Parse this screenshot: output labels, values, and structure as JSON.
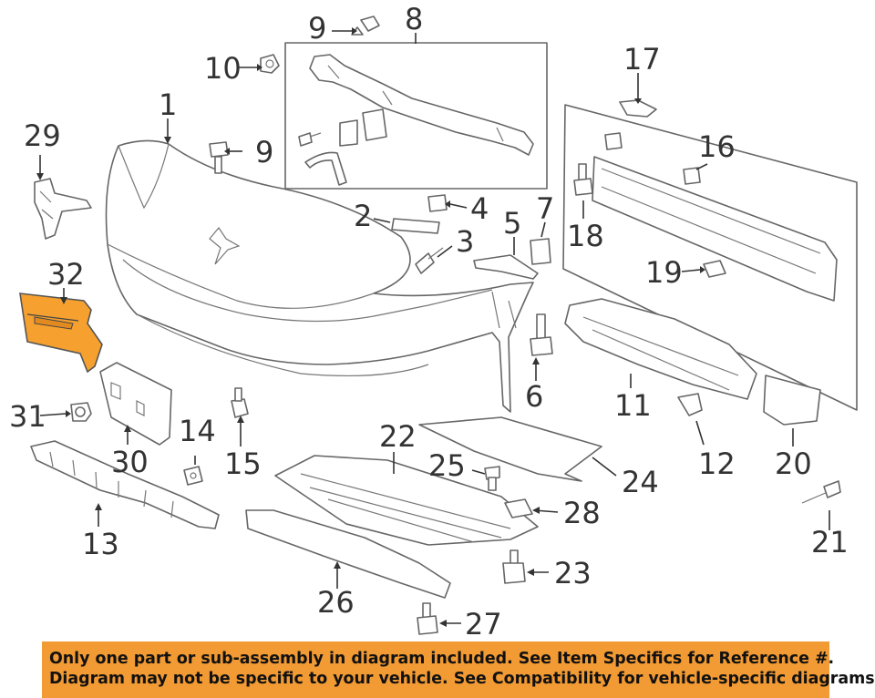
{
  "callouts": {
    "c1": "1",
    "c2": "2",
    "c3": "3",
    "c4": "4",
    "c5": "5",
    "c6": "6",
    "c7": "7",
    "c8": "8",
    "c9a": "9",
    "c9b": "9",
    "c10": "10",
    "c11": "11",
    "c12": "12",
    "c13": "13",
    "c14": "14",
    "c15": "15",
    "c16": "16",
    "c17": "17",
    "c18": "18",
    "c19": "19",
    "c20": "20",
    "c21": "21",
    "c22": "22",
    "c23": "23",
    "c24": "24",
    "c25": "25",
    "c26": "26",
    "c27": "27",
    "c28": "28",
    "c29": "29",
    "c30": "30",
    "c31": "31",
    "c32": "32"
  },
  "highlighted_part": "32",
  "colors": {
    "highlight": "#f5a02f",
    "banner": "#f29a33",
    "line": "#666666"
  },
  "banner": {
    "line1": "Only one part or sub-assembly in diagram included. See Item Specifics for Reference #.",
    "line2": "Diagram may not be specific to your vehicle. See Compatibility for vehicle-specific diagrams."
  }
}
